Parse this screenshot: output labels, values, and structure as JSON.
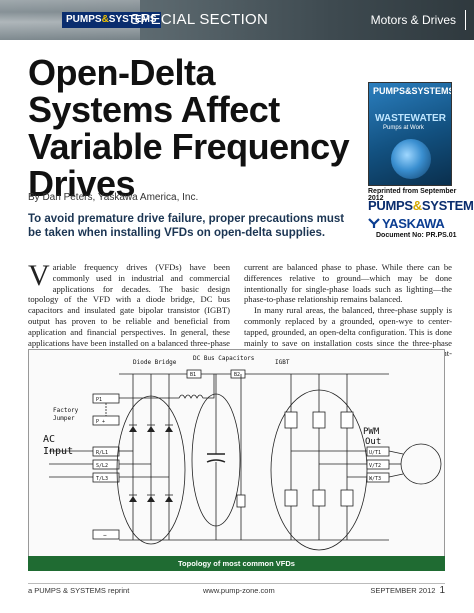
{
  "header": {
    "brand_left": "PUMPS",
    "brand_amp": "&",
    "brand_right": "SYSTEMS",
    "special": "SPECIAL SECTION",
    "section": "Motors & Drives"
  },
  "title": "Open-Delta Systems Affect Variable Frequency Drives",
  "byline": "By Dan Peters, Yaskawa America, Inc.",
  "deck": "To avoid premature drive failure, proper precautions must be taken when installing VFDs on open-delta supplies.",
  "sidebar": {
    "cover_logo": "PUMPS&SYSTEMS",
    "cover_headline": "WASTEWATER",
    "cover_sub": "Pumps at Work",
    "reprint_note": "Reprinted from September 2012",
    "pumps_logo_left": "PUMPS",
    "pumps_logo_amp": "&",
    "pumps_logo_right": "SYSTEMS",
    "yaskawa": "YASKAWA",
    "document_no": "Document No: PR.PS.01"
  },
  "body": {
    "dropcap": "V",
    "col1_p1": "ariable frequency drives (VFDs) have been commonly used in industrial and commercial applications for decades. The basic design topology of the VFD with a diode bridge, DC bus capacitors and insulated gate bipolar transistor (IGBT) output has proven to be reliable and beneficial from application and financial perspectives. In general, these applications have been installed on a balanced three-phase power supply, meaning that the impedance line to line is balanced. Therefore, under normal conditions, the voltage and",
    "col2_p1": "current are balanced phase to phase. While there can be differences relative to ground—which may be done intentionally for single-phase loads such as lighting—the phase-to-phase relationship remains balanced.",
    "col2_p2": "In many rural areas, the balanced, three-phase supply is commonly replaced by a grounded, open-wye to center-tapped, grounded, an open-delta configuration. This is done mainly to save on installation costs since the three-phase supply only requires two transformers and two current-carrying conductors."
  },
  "figure": {
    "label_diode_bridge": "Diode Bridge",
    "label_dc_bus": "DC Bus Capacitors",
    "label_igbt": "IGBT",
    "label_factory": "Factory",
    "label_jumper": "Jumper",
    "label_ac": "AC",
    "label_input": "Input",
    "label_pwm": "PWM",
    "label_out": "Out",
    "term_b1": "B1",
    "term_b2": "B2",
    "term_p1": "P1",
    "term_p2": "P +",
    "term_r": "R/L1",
    "term_s": "S/L2",
    "term_t": "T/L3",
    "term_u": "U/T1",
    "term_v": "V/T2",
    "term_w": "W/T3",
    "term_neg": "−",
    "caption": "Topology of most common VFDs"
  },
  "footer": {
    "left": "a PUMPS & SYSTEMS reprint",
    "middle": "www.pump-zone.com",
    "right": "SEPTEMBER 2012",
    "page": "1"
  }
}
